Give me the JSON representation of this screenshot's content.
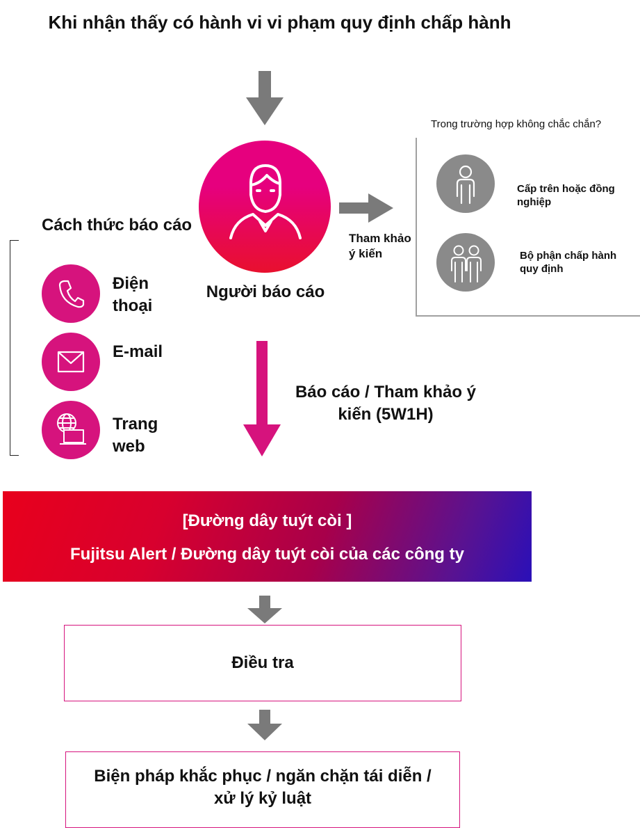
{
  "title": "Khi nhận thấy có hành vi vi phạm quy định chấp hành",
  "reporter": {
    "label": "Người báo cáo",
    "icon": "person-icon"
  },
  "methods": {
    "heading": "Cách thức báo cáo",
    "items": [
      {
        "label": "Điện thoại",
        "icon": "phone-icon"
      },
      {
        "label": "E-mail",
        "icon": "envelope-icon"
      },
      {
        "label": "Trang web",
        "icon": "web-icon"
      }
    ]
  },
  "consult": {
    "arrow_label": "Tham khảo ý kiến",
    "question": "Trong trường hợp không chắc chắn?",
    "items": [
      {
        "label": "Cấp trên hoặc đồng nghiệp",
        "icon": "single-person-icon"
      },
      {
        "label": "Bộ phận chấp hành quy định",
        "icon": "group-icon"
      }
    ]
  },
  "report_arrow_label": "Báo cáo / Tham khảo ý kiến (5W1H)",
  "hotline": {
    "line1": "[Đường dây tuýt còi ]",
    "line2": "Fujitsu Alert / Đường dây tuýt còi của các công ty"
  },
  "steps": [
    "Điều tra",
    "Biện pháp khắc phục / ngăn chặn tái diễn / xử lý kỷ luật"
  ],
  "colors": {
    "magenta": "#d6137d",
    "red": "#e8001c",
    "grey_arrow": "#7a7a7a",
    "grey_icon": "#8a8a8a"
  }
}
